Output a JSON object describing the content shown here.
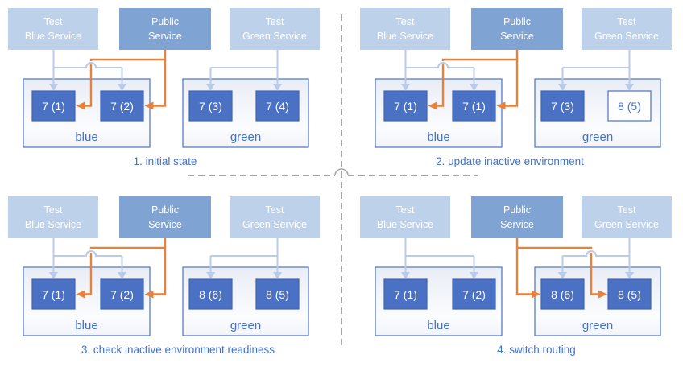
{
  "title": "Blue-green deployment diagram",
  "colors": {
    "service_light": "#bdd1ea",
    "service_public": "#7fa3d2",
    "node_fill": "#4a71c3",
    "node_border": "#3f65b5",
    "node_outline_text": "#4a71c3",
    "node_text": "#ffffff",
    "connector_test": "#b9cbe8",
    "connector_public": "#e8813b",
    "env_border": "#4a72c4",
    "label_text": "#4472c4",
    "dash": "#a6a6a6"
  },
  "panels": [
    {
      "caption": "1. initial state",
      "public_routes_to": "blue",
      "services": [
        {
          "id": "test-blue-service",
          "kind": "test",
          "line1": "Test",
          "line2": "Blue Service"
        },
        {
          "id": "public-service",
          "kind": "public",
          "line1": "Public",
          "line2": "Service"
        },
        {
          "id": "test-green-service",
          "kind": "test",
          "line1": "Test",
          "line2": "Green Service"
        }
      ],
      "environments": [
        {
          "name": "blue",
          "nodes": [
            {
              "text": "7 (1)",
              "filled": true
            },
            {
              "text": "7 (2)",
              "filled": true
            }
          ]
        },
        {
          "name": "green",
          "nodes": [
            {
              "text": "7 (3)",
              "filled": true
            },
            {
              "text": "7 (4)",
              "filled": true
            }
          ]
        }
      ]
    },
    {
      "caption": "2. update inactive environment",
      "public_routes_to": "blue",
      "services": [
        {
          "id": "test-blue-service",
          "kind": "test",
          "line1": "Test",
          "line2": "Blue Service"
        },
        {
          "id": "public-service",
          "kind": "public",
          "line1": "Public",
          "line2": "Service"
        },
        {
          "id": "test-green-service",
          "kind": "test",
          "line1": "Test",
          "line2": "Green Service"
        }
      ],
      "environments": [
        {
          "name": "blue",
          "nodes": [
            {
              "text": "7 (1)",
              "filled": true
            },
            {
              "text": "7 (1)",
              "filled": true
            }
          ]
        },
        {
          "name": "green",
          "nodes": [
            {
              "text": "7 (3)",
              "filled": true
            },
            {
              "text": "8 (5)",
              "filled": false
            }
          ]
        }
      ]
    },
    {
      "caption": "3. check inactive environment readiness",
      "public_routes_to": "blue",
      "services": [
        {
          "id": "test-blue-service",
          "kind": "test",
          "line1": "Test",
          "line2": "Blue Service"
        },
        {
          "id": "public-service",
          "kind": "public",
          "line1": "Public",
          "line2": "Service"
        },
        {
          "id": "test-green-service",
          "kind": "test",
          "line1": "Test",
          "line2": "Green Service"
        }
      ],
      "environments": [
        {
          "name": "blue",
          "nodes": [
            {
              "text": "7 (1)",
              "filled": true
            },
            {
              "text": "7 (2)",
              "filled": true
            }
          ]
        },
        {
          "name": "green",
          "nodes": [
            {
              "text": "8 (6)",
              "filled": true
            },
            {
              "text": "8 (5)",
              "filled": true
            }
          ]
        }
      ]
    },
    {
      "caption": "4. switch routing",
      "public_routes_to": "green",
      "services": [
        {
          "id": "test-blue-service",
          "kind": "test",
          "line1": "Test",
          "line2": "Blue Service"
        },
        {
          "id": "public-service",
          "kind": "public",
          "line1": "Public",
          "line2": "Service"
        },
        {
          "id": "test-green-service",
          "kind": "test",
          "line1": "Test",
          "line2": "Green Service"
        }
      ],
      "environments": [
        {
          "name": "blue",
          "nodes": [
            {
              "text": "7 (1)",
              "filled": true
            },
            {
              "text": "7 (2)",
              "filled": true
            }
          ]
        },
        {
          "name": "green",
          "nodes": [
            {
              "text": "8 (6)",
              "filled": true
            },
            {
              "text": "8 (5)",
              "filled": true
            }
          ]
        }
      ]
    }
  ]
}
